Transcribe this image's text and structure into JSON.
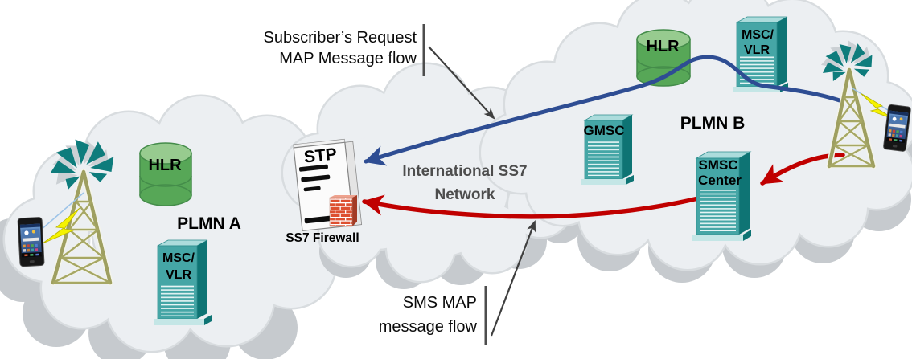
{
  "annotations": {
    "subscriber_flow": {
      "line1": "Subscriber’s Request",
      "line2": "MAP Message flow"
    },
    "sms_flow": {
      "line1": "SMS MAP",
      "line2": "message flow"
    }
  },
  "regions": {
    "plmn_a": "PLMN A",
    "plmn_b": "PLMN B",
    "international_ss7": {
      "line1": "International SS7",
      "line2": "Network"
    }
  },
  "nodes": {
    "hlr_a": "HLR",
    "msc_vlr_a": {
      "line1": "MSC/",
      "line2": "VLR"
    },
    "stp": "STP",
    "ss7_firewall": "SS7 Firewall",
    "gmsc": "GMSC",
    "smsc": {
      "line1": "SMSC",
      "line2": "Center"
    },
    "hlr_b": "HLR",
    "msc_vlr_b": {
      "line1": "MSC/",
      "line2": "VLR"
    }
  },
  "colors": {
    "subscriber_flow_blue": "#2E4D93",
    "sms_flow_red": "#C00000",
    "annotation_gray": "#3F3F3F",
    "server_teal": "#45A6A6",
    "database_green": "#57A757",
    "firewall_brick_red": "#DD4F30",
    "cloud_fill": "#ECEFF2",
    "cloud_shadow": "#C6CACE",
    "tower_olive": "#9E9F60",
    "lightning_yellow": "#F5F200"
  }
}
